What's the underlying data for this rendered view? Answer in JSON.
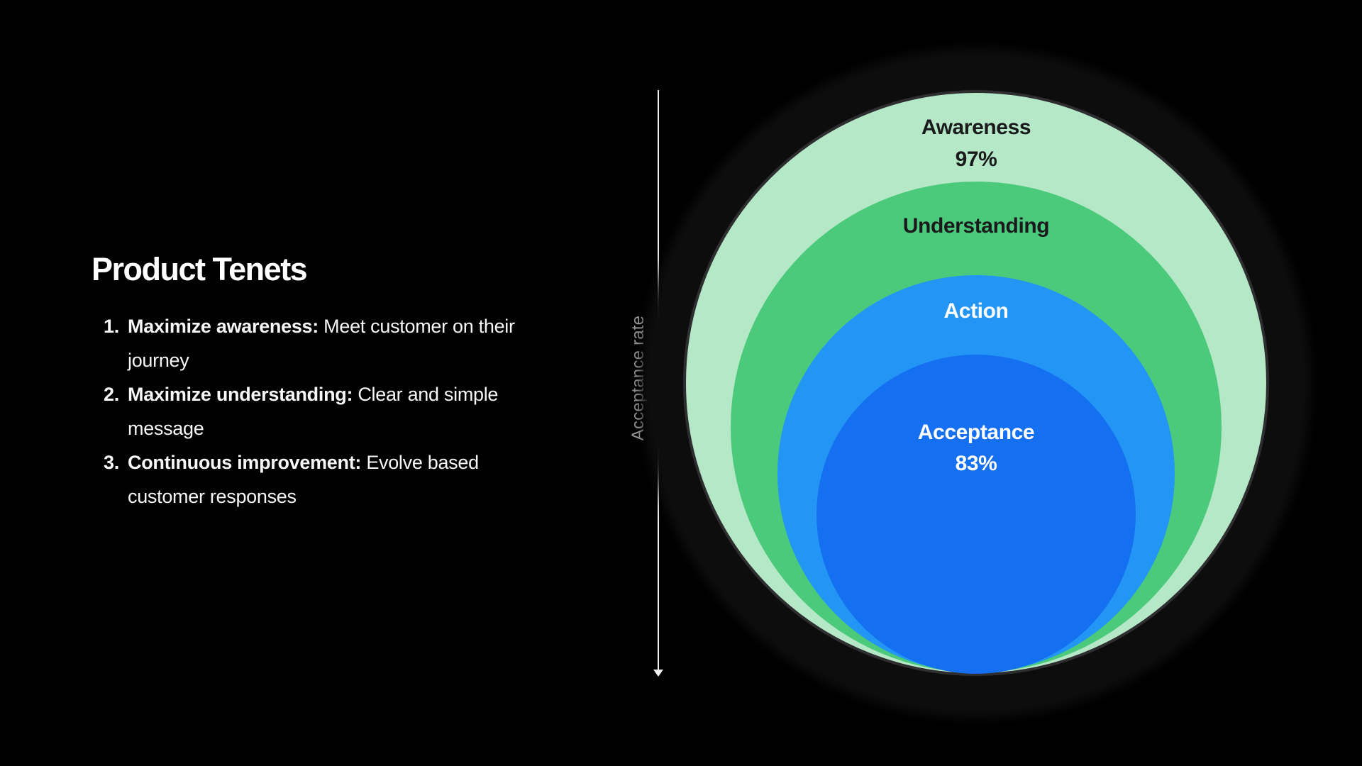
{
  "slide": {
    "background": "#000000"
  },
  "left_panel": {
    "title": "Product Tenets",
    "tenets": [
      {
        "number": "1.",
        "lead": "Maximize awareness:",
        "rest": "Meet customer on their journey"
      },
      {
        "number": "2.",
        "lead": "Maximize understanding:",
        "rest": "Clear and simple message"
      },
      {
        "number": "3.",
        "lead": "Continuous improvement:",
        "rest": "Evolve based customer responses"
      }
    ]
  },
  "axis": {
    "label": "Acceptance rate",
    "direction": "down",
    "line_color": "#f2f2f2",
    "label_color": "#999999"
  },
  "diagram": {
    "type": "nested-circles",
    "outline_color": "#2e2e31",
    "stages": [
      {
        "label": "Awareness",
        "value": "97%",
        "fill": "#b5e8c7",
        "text_color": "#1a1a1d"
      },
      {
        "label": "Understanding",
        "fill": "#4bca7c",
        "text_color": "#1a1a1d"
      },
      {
        "label": "Action",
        "fill": "#2295f5",
        "text_color": "#ffffff"
      },
      {
        "label": "Acceptance",
        "value": "83%",
        "fill": "#1570f1",
        "text_color": "#ffffff"
      }
    ]
  }
}
